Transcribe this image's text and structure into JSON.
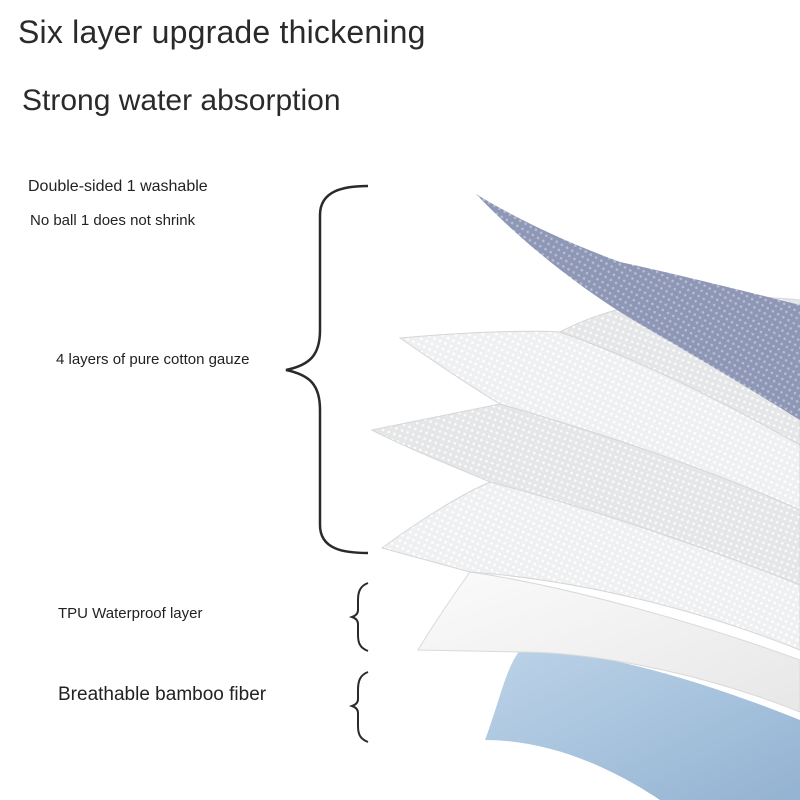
{
  "title": "Six layer upgrade thickening",
  "subtitle": "Strong water absorption",
  "labels": {
    "double_sided": "Double-sided 1 washable",
    "no_ball": "No ball 1 does not shrink",
    "gauze": "4 layers of pure cotton gauze",
    "tpu": "TPU Waterproof layer",
    "bamboo": "Breathable bamboo fiber"
  },
  "colors": {
    "top_layer": "#8e97b5",
    "gauze_layer": "#eceef0",
    "tpu_layer": "#f4f4f4",
    "bamboo_layer": "#a9c3dc",
    "bracket": "#2a2a2a"
  }
}
